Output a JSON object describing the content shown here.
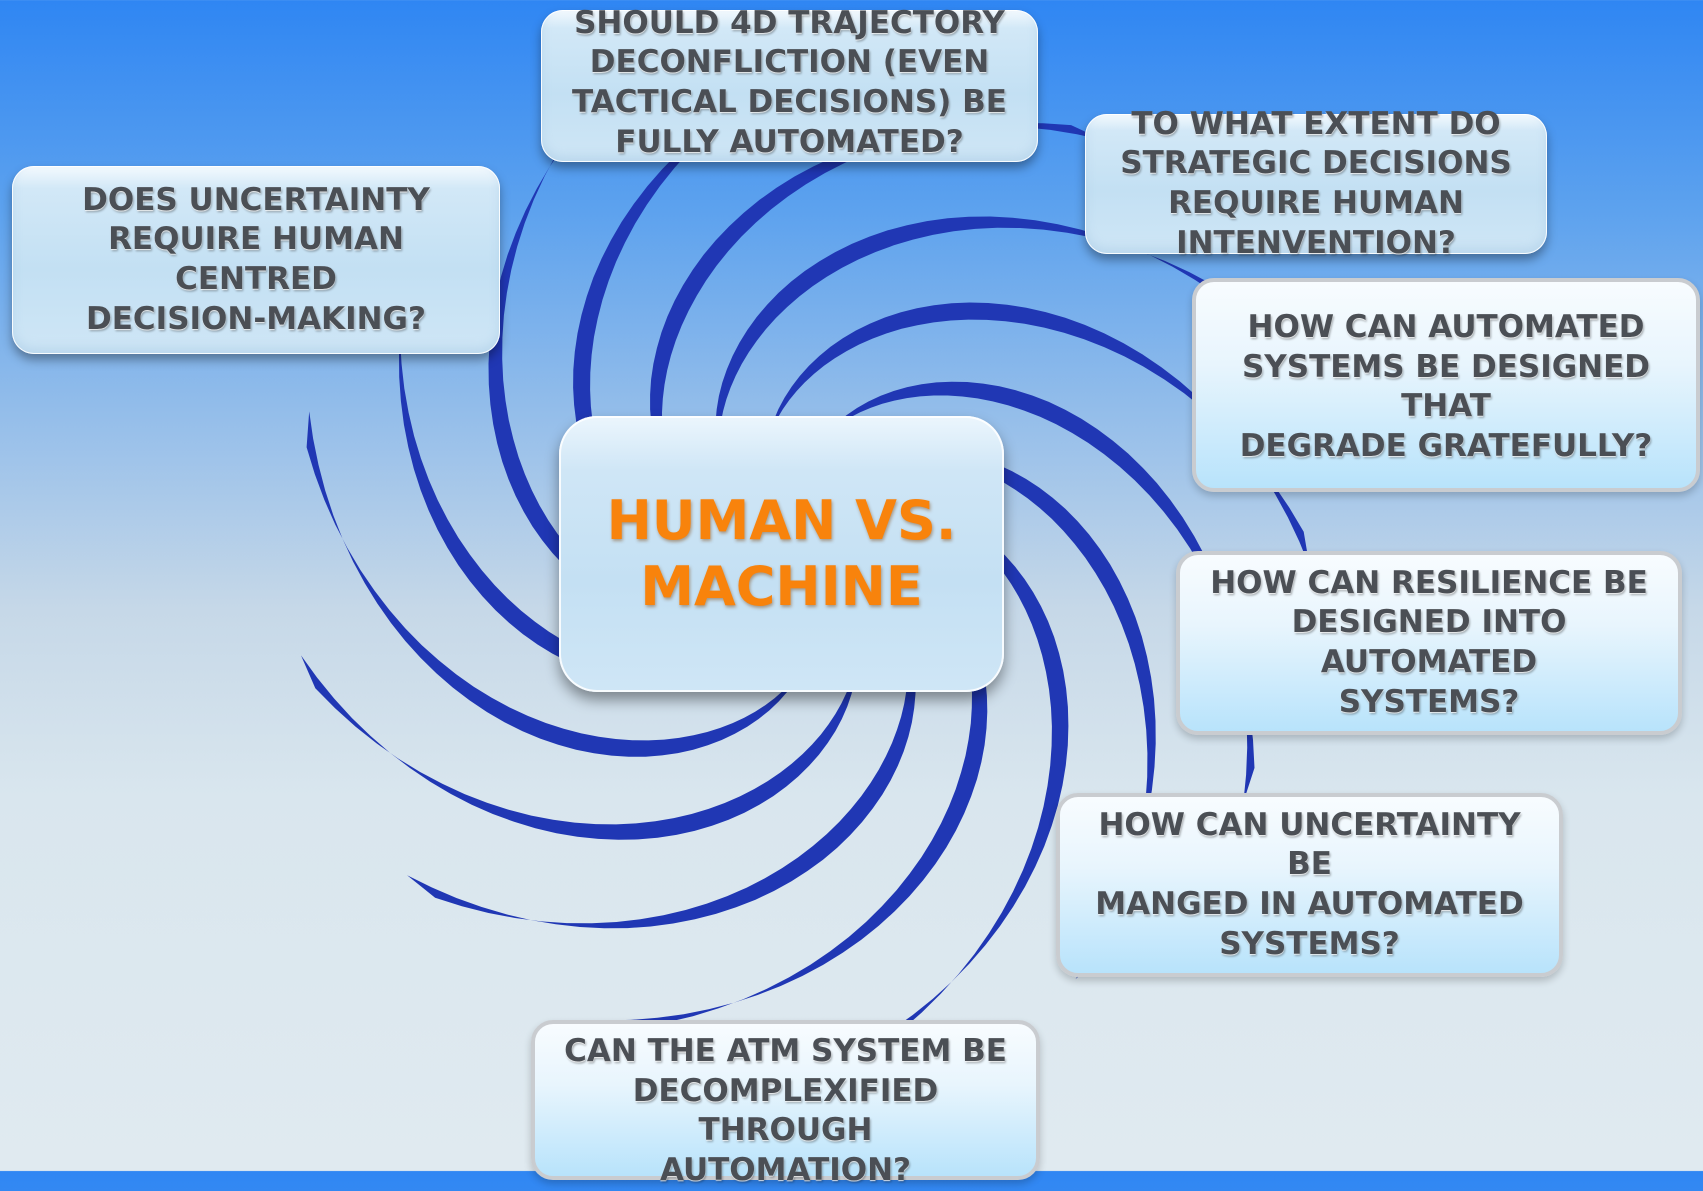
{
  "diagram": {
    "center": {
      "label": "HUMAN VS.\nMACHINE"
    },
    "questions": [
      {
        "id": "q1",
        "label": "DOES UNCERTAINTY\nREQUIRE HUMAN CENTRED\nDECISION-MAKING?"
      },
      {
        "id": "q2",
        "label": "SHOULD 4D TRAJECTORY\nDECONFLICTION (EVEN\nTACTICAL DECISIONS) BE\nFULLY AUTOMATED?"
      },
      {
        "id": "q3",
        "label": "TO WHAT EXTENT DO\nSTRATEGIC DECISIONS\nREQUIRE HUMAN\nINTENVENTION?"
      },
      {
        "id": "q4",
        "label": "HOW CAN AUTOMATED\nSYSTEMS BE DESIGNED THAT\nDEGRADE GRATEFULLY?"
      },
      {
        "id": "q5",
        "label": "HOW CAN RESILIENCE BE\nDESIGNED INTO AUTOMATED\nSYSTEMS?"
      },
      {
        "id": "q6",
        "label": "HOW CAN UNCERTAINTY BE\nMANGED IN  AUTOMATED\nSYSTEMS?"
      },
      {
        "id": "q7",
        "label": "CAN THE ATM SYSTEM BE\nDECOMPLEXIFIED THROUGH\nAUTOMATION?"
      }
    ],
    "colors": {
      "spiral": "#2037b4",
      "center_text": "#f8830c",
      "question_text": "#4b4f55"
    }
  }
}
